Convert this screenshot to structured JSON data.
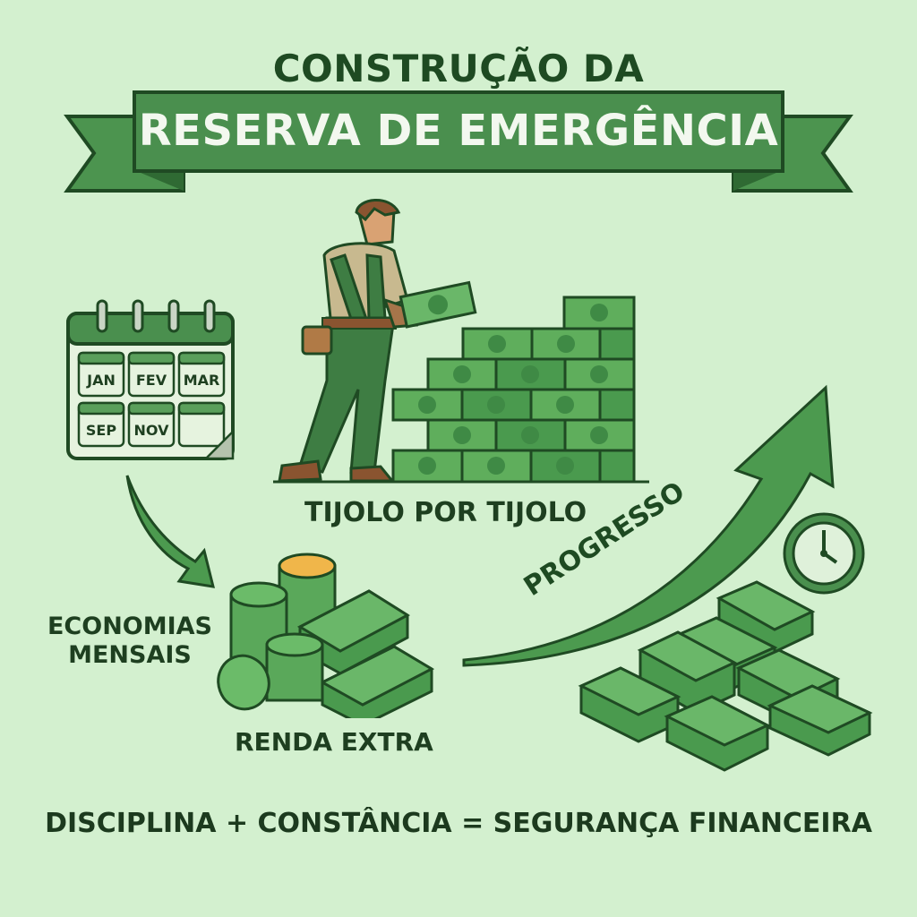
{
  "header": {
    "title_line1": "CONSTRUÇÃO DA",
    "title_line2": "RESERVA DE EMERGÊNCIA"
  },
  "calendar": {
    "icon": "calendar-icon",
    "months": [
      "JAN",
      "FEV",
      "MAR",
      "SEP",
      "NOV",
      ""
    ]
  },
  "builder": {
    "icon": "worker-stacking-money-bricks",
    "caption": "TIJOLO POR TIJOLO"
  },
  "savings": {
    "icon": "coins-and-cash-stack",
    "label_line1": "ECONOMIAS",
    "label_line2": "MENSAIS",
    "caption": "RENDA EXTRA"
  },
  "progress": {
    "icon": "up-trend-arrow",
    "label": "PROGRESSO",
    "clock_icon": "clock-icon",
    "money_icon": "cash-pile"
  },
  "footer": {
    "formula": "DISCIPLINA + CONSTÂNCIA = SEGURANÇA FINANCEIRA"
  },
  "colors": {
    "background": "#d3f0cf",
    "banner_green": "#4a8f4e",
    "dark_green": "#1e4a22",
    "money_green": "#5fae5c"
  }
}
